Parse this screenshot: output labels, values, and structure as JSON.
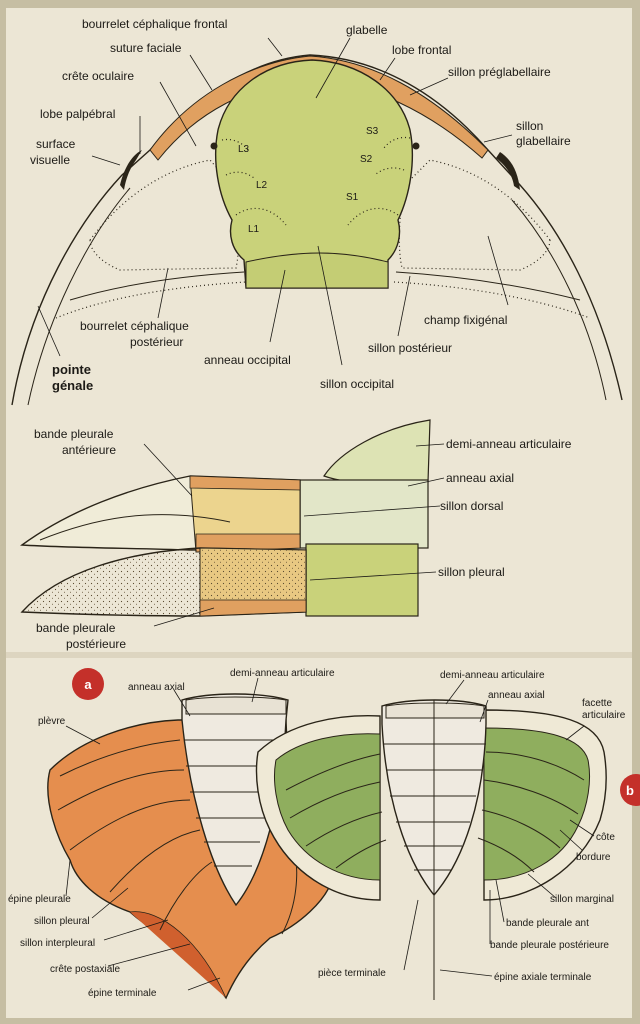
{
  "panels": {
    "cephalon": {
      "labels": {
        "bourrelet_frontal": "bourrelet céphalique frontal",
        "glabelle": "glabelle",
        "suture_faciale": "suture faciale",
        "lobe_frontal": "lobe frontal",
        "crete_oculaire": "crête oculaire",
        "sillon_preglabellaire": "sillon préglabellaire",
        "lobe_palpebral": "lobe palpébral",
        "sillon_glabellaire_1": "sillon",
        "sillon_glabellaire_2": "glabellaire",
        "surface_visuelle_1": "surface",
        "surface_visuelle_2": "visuelle",
        "champ_fixigenal": "champ fixigénal",
        "bourrelet_post_1": "bourrelet céphalique",
        "bourrelet_post_2": "postérieur",
        "sillon_posterieur": "sillon postérieur",
        "pointe_genale_1": "pointe",
        "pointe_genale_2": "génale",
        "anneau_occipital": "anneau occipital",
        "sillon_occipital": "sillon occipital"
      },
      "glabellar_marks": {
        "l3": "L3",
        "l2": "L2",
        "l1": "L1",
        "s3": "S3",
        "s2": "S2",
        "s1": "S1"
      }
    },
    "thorax": {
      "labels": {
        "bande_ant_1": "bande pleurale",
        "bande_ant_2": "antérieure",
        "demi_anneau": "demi-anneau articulaire",
        "anneau_axial": "anneau axial",
        "sillon_dorsal": "sillon dorsal",
        "sillon_pleural": "sillon pleural",
        "bande_post_1": "bande pleurale",
        "bande_post_2": "postérieure"
      }
    },
    "pygidium": {
      "badge_a": "a",
      "badge_b": "b",
      "labels_a": {
        "demi_anneau": "demi-anneau articulaire",
        "anneau_axial": "anneau axial",
        "plevre": "plèvre",
        "epine_pleurale": "épine pleurale",
        "sillon_pleural": "sillon pleural",
        "sillon_interpleural": "sillon interpleural",
        "crete_postaxiale": "crête postaxiale",
        "epine_terminale": "épine terminale"
      },
      "labels_b": {
        "demi_anneau": "demi-anneau articulaire",
        "anneau_axial": "anneau axial",
        "facette_1": "facette",
        "facette_2": "articulaire",
        "cote": "côte",
        "bordure": "bordure",
        "sillon_marginal": "sillon marginal",
        "bande_ant": "bande pleurale ant",
        "bande_post": "bande pleurale postérieure",
        "piece_terminale": "pièce terminale",
        "epine_axiale": "épine axiale terminale"
      }
    }
  },
  "colors": {
    "glabella": "#c9d27a",
    "rim": "#e0a060",
    "green": "#8fae5e",
    "orange": "#e58e4e",
    "badge": "#c4302a"
  }
}
